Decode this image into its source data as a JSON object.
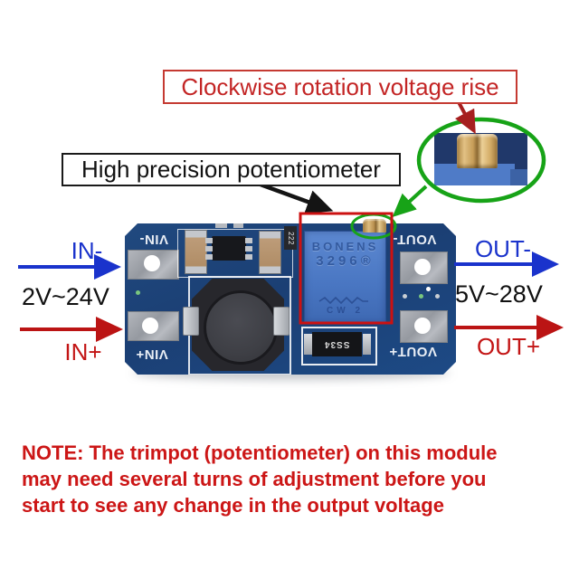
{
  "callouts": {
    "top": "Clockwise rotation voltage rise",
    "potentiometer": "High precision potentiometer"
  },
  "board": {
    "silkscreen": {
      "vin_minus": "VIN-",
      "vin_plus": "VIN+",
      "vout_minus": "VOUT-",
      "vout_plus": "VOUT+"
    },
    "trimpot": {
      "brand": "BONENS",
      "model": "3296®",
      "marking": "CW 2"
    },
    "diode_label": "SS34",
    "resistor_label": "222"
  },
  "io": {
    "in_minus": "IN-",
    "input_range": "2V~24V",
    "in_plus": "IN+",
    "out_minus": "OUT-",
    "output_range": "5V~28V",
    "out_plus": "OUT+"
  },
  "note": {
    "lines": [
      "NOTE: The trimpot (potentiometer) on this module",
      "may need several turns of adjustment before you",
      "start to see any change in the output voltage"
    ]
  },
  "colors": {
    "annotation_red": "#c32525",
    "arrow_dark_red": "#a61f1f",
    "label_black": "#121212",
    "io_blue": "#1a33cc",
    "io_red": "#bb1414",
    "highlight_green": "#17a317",
    "highlight_red": "#cc1111",
    "pcb_blue": "#1c4278",
    "trimpot_blue": "#4a78c4",
    "brass": "#c9a05c"
  }
}
